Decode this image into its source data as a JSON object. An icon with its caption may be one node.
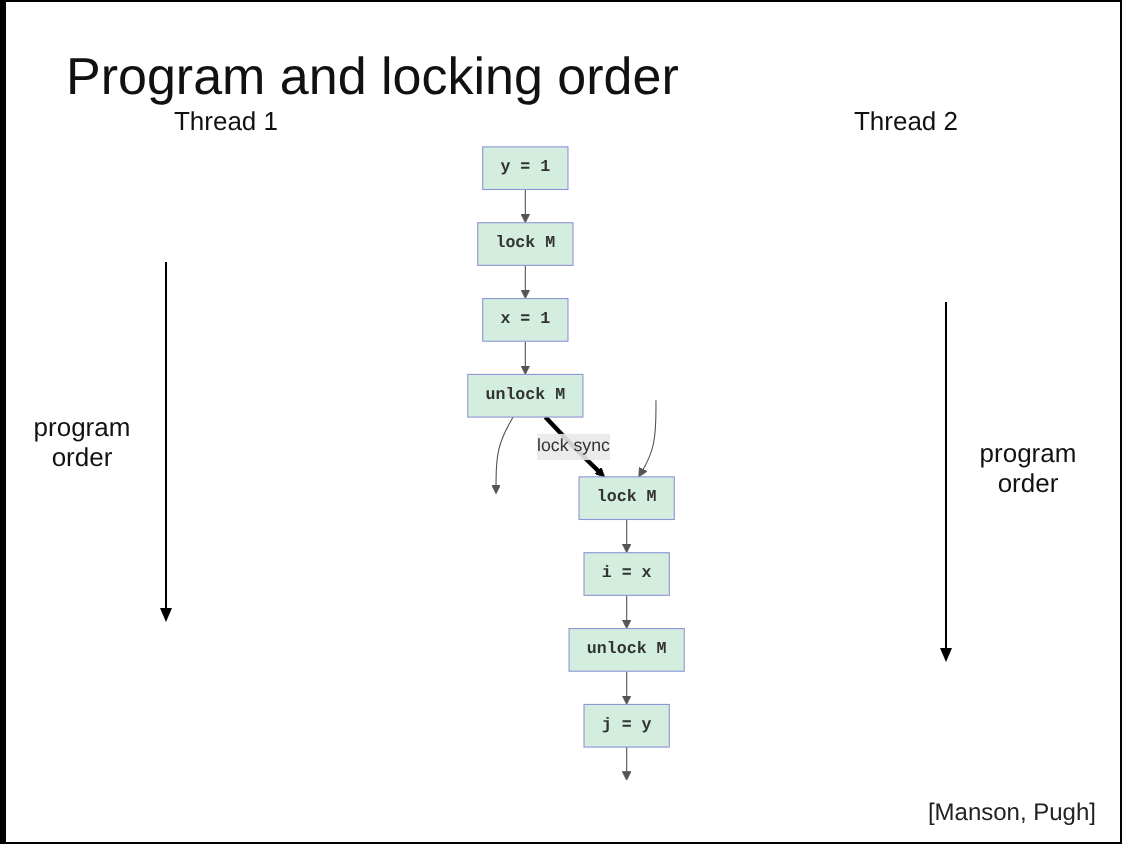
{
  "diagram": {
    "title": "Program and locking order",
    "caption": "[Manson, Pugh]",
    "nodes": [
      {
        "text": [
          "y = 1"
        ]
      },
      {
        "text": [
          "lock M"
        ]
      },
      {
        "text": [
          "x = 1"
        ]
      },
      {
        "text": [
          "unlock M"
        ]
      },
      {
        "text": [
          "lock M"
        ]
      },
      {
        "text": [
          "i = x"
        ]
      },
      {
        "text": [
          "unlock M"
        ]
      },
      {
        "text": [
          "j = y"
        ]
      }
    ],
    "edges": [
      {
        "from": 0,
        "to": 1,
        "arrow": "to"
      },
      {
        "from": 1,
        "to": 2,
        "arrow": "to"
      },
      {
        "from": 2,
        "to": 3,
        "arrow": "to"
      },
      {
        "from": 3,
        "to": null,
        "arrow": "to"
      },
      {
        "from": 3,
        "to": 4,
        "arrow": "to",
        "label": "lock sync",
        "style": "thick",
        "color": "#000000"
      },
      {
        "from": null,
        "to": 4,
        "arrow": "to"
      },
      {
        "from": 4,
        "to": 5,
        "arrow": "to"
      },
      {
        "from": 5,
        "to": 6,
        "arrow": "to"
      },
      {
        "from": 6,
        "to": 7,
        "arrow": "to"
      },
      {
        "from": 7,
        "to": null,
        "arrow": "to"
      }
    ],
    "labels": [
      "Thread 1",
      "Thread 2",
      "program order",
      "program order"
    ]
  }
}
